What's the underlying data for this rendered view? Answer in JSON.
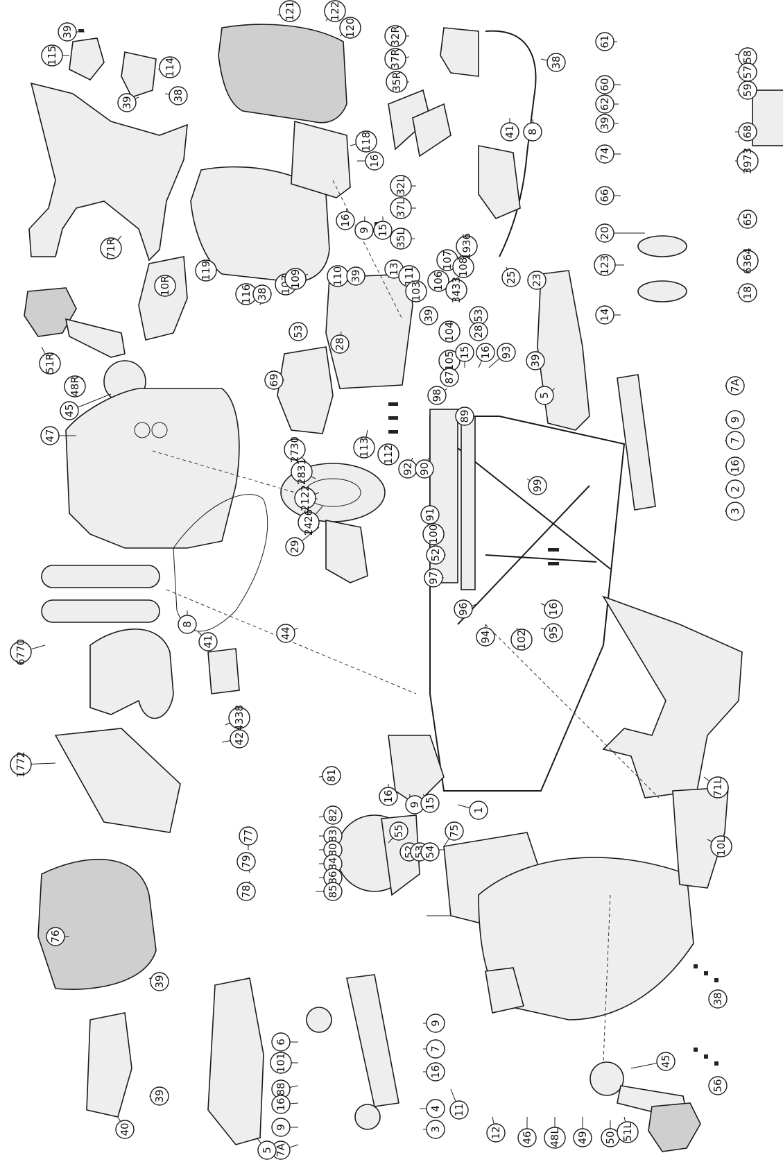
{
  "diagram": {
    "callouts": [
      {
        "label": "39"
      },
      {
        "label": "115"
      },
      {
        "label": "114"
      },
      {
        "label": "38"
      },
      {
        "label": "39"
      },
      {
        "label": "71R"
      },
      {
        "label": "121"
      },
      {
        "label": "122"
      },
      {
        "label": "120"
      },
      {
        "label": "32R"
      },
      {
        "label": "37R"
      },
      {
        "label": "35R"
      },
      {
        "label": "38"
      },
      {
        "label": "61"
      },
      {
        "label": "58"
      },
      {
        "label": "60"
      },
      {
        "label": "57"
      },
      {
        "label": "59"
      },
      {
        "label": "62"
      },
      {
        "label": "39"
      },
      {
        "label": "68"
      },
      {
        "label": "74"
      },
      {
        "label": "3973"
      },
      {
        "label": "66"
      },
      {
        "label": "65"
      },
      {
        "label": "20"
      },
      {
        "label": "6364"
      },
      {
        "label": "123"
      },
      {
        "label": "18"
      },
      {
        "label": "14"
      },
      {
        "label": "118"
      },
      {
        "label": "16"
      },
      {
        "label": "32L"
      },
      {
        "label": "37L"
      },
      {
        "label": "35L"
      },
      {
        "label": "41"
      },
      {
        "label": "8"
      },
      {
        "label": "16"
      },
      {
        "label": "9"
      },
      {
        "label": "15"
      },
      {
        "label": "119"
      },
      {
        "label": "107"
      },
      {
        "label": "109"
      },
      {
        "label": "110"
      },
      {
        "label": "39"
      },
      {
        "label": "13"
      },
      {
        "label": "111"
      },
      {
        "label": "107"
      },
      {
        "label": "106"
      },
      {
        "label": "103"
      },
      {
        "label": "108"
      },
      {
        "label": "1936"
      },
      {
        "label": "3433"
      },
      {
        "label": "25"
      },
      {
        "label": "23"
      },
      {
        "label": "10R"
      },
      {
        "label": "116"
      },
      {
        "label": "38"
      },
      {
        "label": "53"
      },
      {
        "label": "28"
      },
      {
        "label": "39"
      },
      {
        "label": "104"
      },
      {
        "label": "53"
      },
      {
        "label": "28"
      },
      {
        "label": "51R"
      },
      {
        "label": "48R"
      },
      {
        "label": "45"
      },
      {
        "label": "47"
      },
      {
        "label": "69"
      },
      {
        "label": "105"
      },
      {
        "label": "87"
      },
      {
        "label": "15"
      },
      {
        "label": "16"
      },
      {
        "label": "93"
      },
      {
        "label": "39"
      },
      {
        "label": "5"
      },
      {
        "label": "98"
      },
      {
        "label": "7A"
      },
      {
        "label": "9"
      },
      {
        "label": "113"
      },
      {
        "label": "112"
      },
      {
        "label": "89"
      },
      {
        "label": "7"
      },
      {
        "label": "16"
      },
      {
        "label": "2"
      },
      {
        "label": "92"
      },
      {
        "label": "90"
      },
      {
        "label": "3"
      },
      {
        "label": "91"
      },
      {
        "label": "99"
      },
      {
        "label": "2730"
      },
      {
        "label": "2831"
      },
      {
        "label": "2122"
      },
      {
        "label": "2426"
      },
      {
        "label": "29"
      },
      {
        "label": "100"
      },
      {
        "label": "52"
      },
      {
        "label": "97"
      },
      {
        "label": "44"
      },
      {
        "label": "96"
      },
      {
        "label": "16"
      },
      {
        "label": "95"
      },
      {
        "label": "94"
      },
      {
        "label": "102"
      },
      {
        "label": "6770"
      },
      {
        "label": "8"
      },
      {
        "label": "41"
      },
      {
        "label": "4338"
      },
      {
        "label": "42"
      },
      {
        "label": "71L"
      },
      {
        "label": "1772"
      },
      {
        "label": "16"
      },
      {
        "label": "9"
      },
      {
        "label": "15"
      },
      {
        "label": "1"
      },
      {
        "label": "81"
      },
      {
        "label": "82"
      },
      {
        "label": "83"
      },
      {
        "label": "80"
      },
      {
        "label": "84"
      },
      {
        "label": "86"
      },
      {
        "label": "85"
      },
      {
        "label": "77"
      },
      {
        "label": "79"
      },
      {
        "label": "78"
      },
      {
        "label": "55"
      },
      {
        "label": "52"
      },
      {
        "label": "53"
      },
      {
        "label": "54"
      },
      {
        "label": "75"
      },
      {
        "label": "10L"
      },
      {
        "label": "76"
      },
      {
        "label": "39"
      },
      {
        "label": "38"
      },
      {
        "label": "56"
      },
      {
        "label": "6"
      },
      {
        "label": "101"
      },
      {
        "label": "88"
      },
      {
        "label": "16"
      },
      {
        "label": "9"
      },
      {
        "label": "7A"
      },
      {
        "label": "5"
      },
      {
        "label": "9"
      },
      {
        "label": "7"
      },
      {
        "label": "16"
      },
      {
        "label": "4"
      },
      {
        "label": "3"
      },
      {
        "label": "40"
      },
      {
        "label": "39"
      },
      {
        "label": "11"
      },
      {
        "label": "12"
      },
      {
        "label": "46"
      },
      {
        "label": "48L"
      },
      {
        "label": "49"
      },
      {
        "label": "50"
      },
      {
        "label": "51L"
      },
      {
        "label": "45"
      }
    ]
  }
}
